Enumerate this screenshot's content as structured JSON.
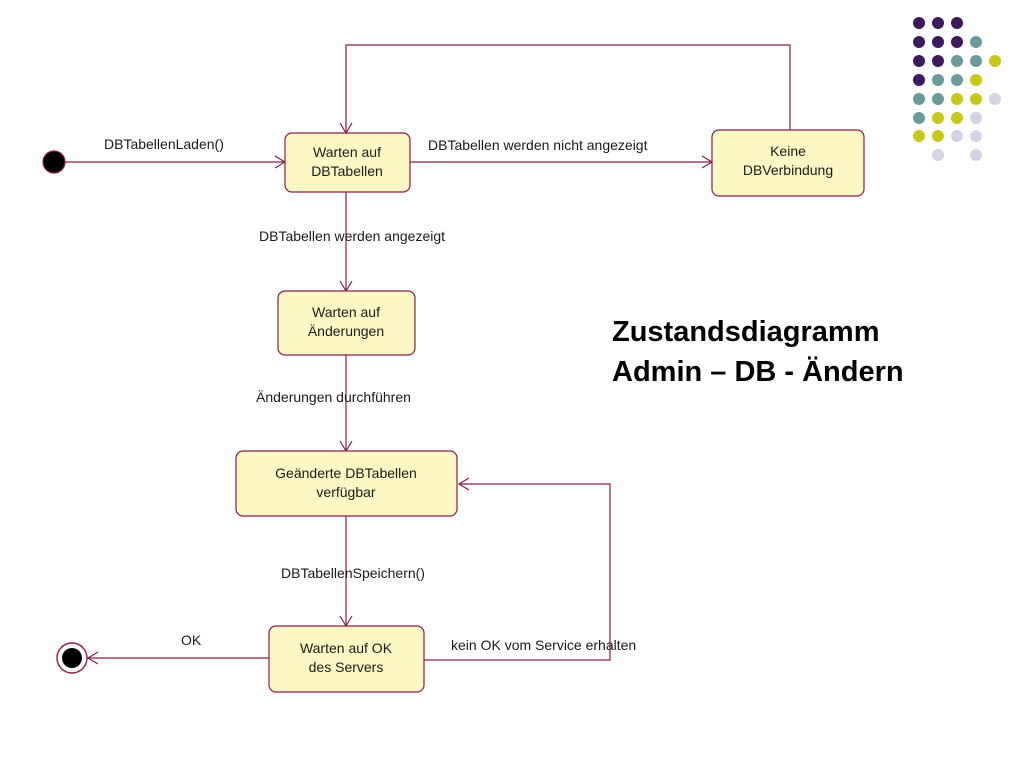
{
  "title": {
    "line1": "Zustandsdiagramm",
    "line2": "Admin – DB - Ändern"
  },
  "states": {
    "warten_db": [
      "Warten auf",
      "DBTabellen"
    ],
    "keine_db": [
      "Keine",
      "DBVerbindung"
    ],
    "warten_aend": [
      "Warten auf",
      "Änderungen"
    ],
    "geaendert": [
      "Geänderte DBTabellen",
      "verfügbar"
    ],
    "warten_ok": [
      "Warten auf OK",
      "des Servers"
    ]
  },
  "transitions": {
    "laden": "DBTabellenLaden()",
    "nicht_angezeigt": "DBTabellen werden nicht angezeigt",
    "angezeigt": "DBTabellen werden angezeigt",
    "durchfuehren": "Änderungen durchführen",
    "speichern": "DBTabellenSpeichern()",
    "ok": "OK",
    "kein_ok": "kein OK vom Service erhalten"
  },
  "colors": {
    "state_fill": "#fcf8c4",
    "line": "#8b1c4a",
    "dots": [
      "#3d1a5e",
      "#6a9a9a",
      "#c8c81a",
      "#d4d4e4"
    ]
  }
}
